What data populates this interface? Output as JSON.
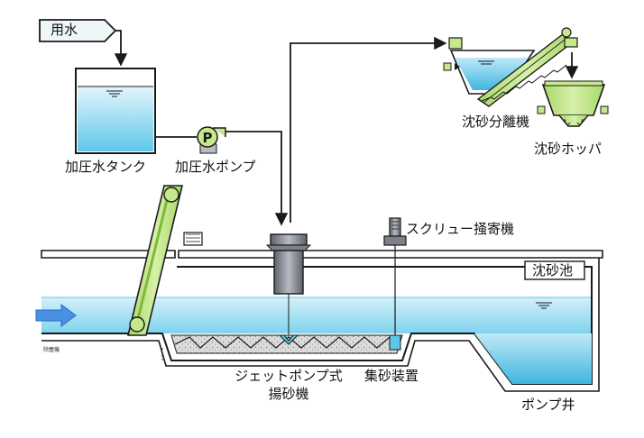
{
  "labels": {
    "water_supply": "用水",
    "pressurized_water_tank": "加圧水タンク",
    "pressurized_water_pump": "加圧水ポンプ",
    "pump_symbol": "P",
    "sand_separator": "沈砂分離機",
    "sand_hopper": "沈砂ホッパ",
    "screw_collector": "スクリュー掻寄機",
    "grit_chamber": "沈砂池",
    "jet_pump_line1": "ジェットポンプ式",
    "jet_pump_line2": "揚砂機",
    "sand_collector": "集砂装置",
    "pump_well": "ポンプ井",
    "screen_small": "除塵機"
  },
  "colors": {
    "water": "#5ec7e8",
    "water_light": "#c9ecf8",
    "line": "#1a1a1a",
    "equipment_green": "#c6e88c",
    "equipment_green_dark": "#7fb83a",
    "pump_gray": "#8a8f99",
    "sand": "#d9d9d9",
    "inflow_arrow": "#4a90e2"
  }
}
